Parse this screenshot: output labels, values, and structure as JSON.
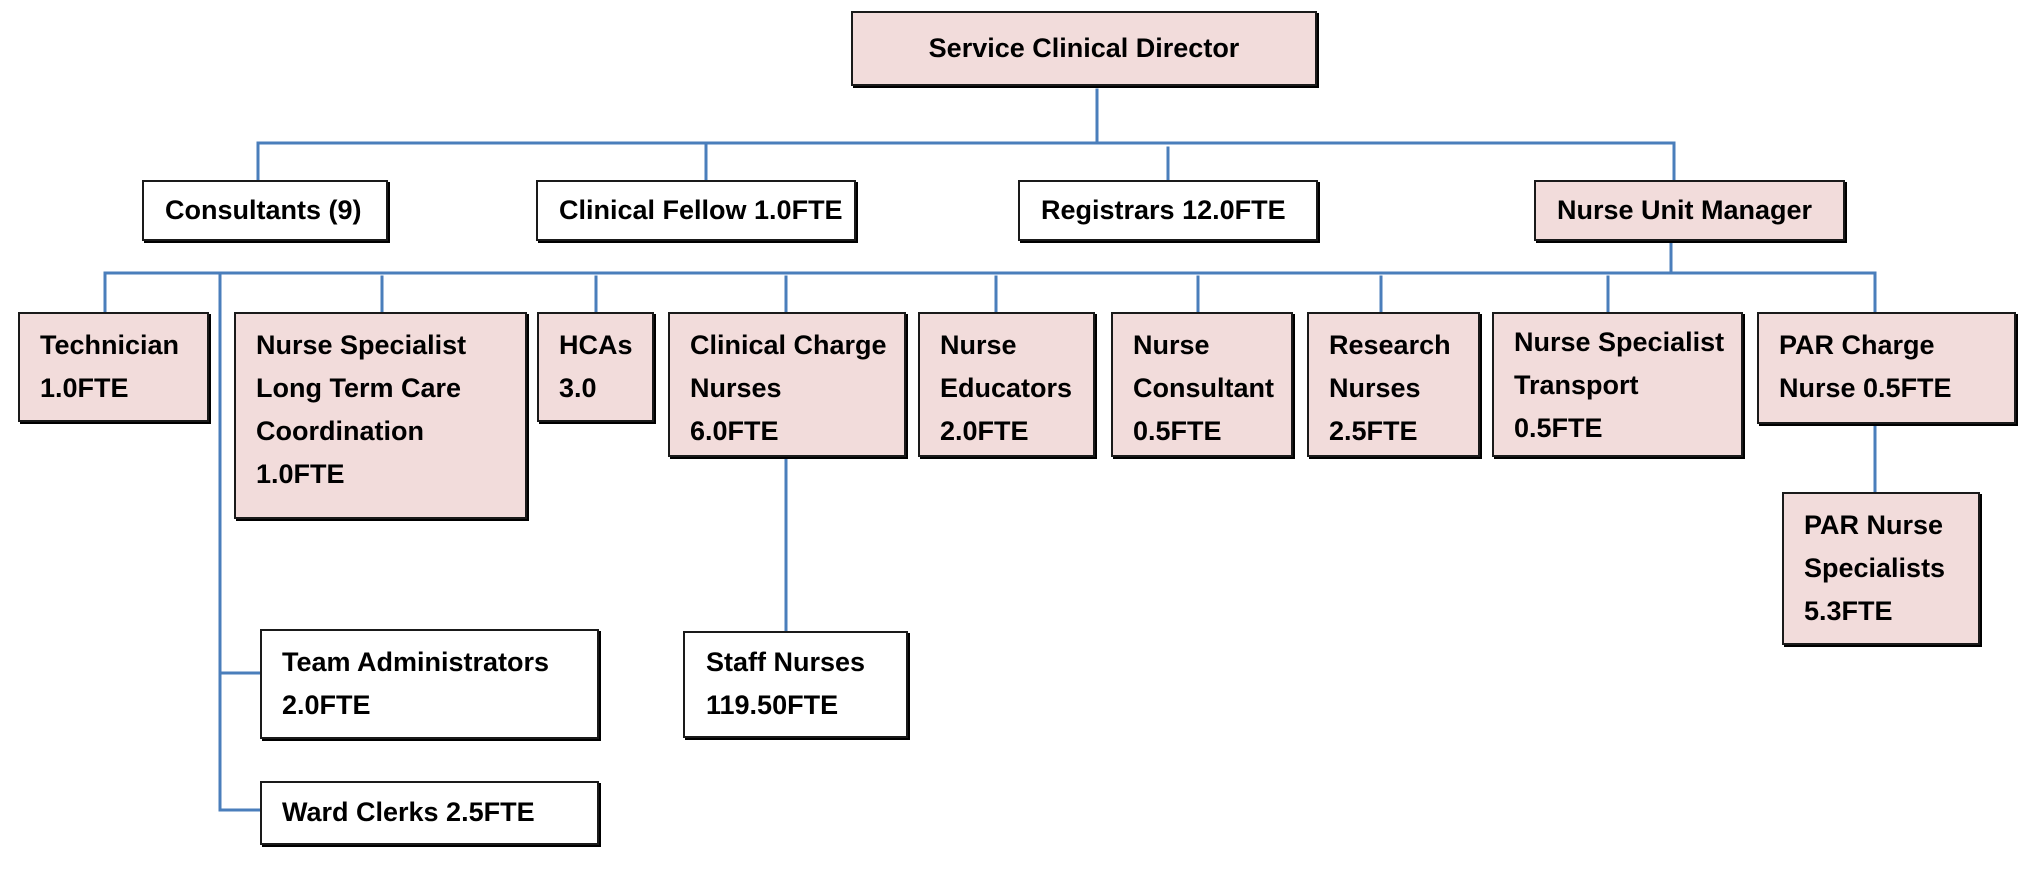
{
  "colors": {
    "connector": "#4a7ebb",
    "box_border": "#1a1a1a",
    "highlight_fill": "#f2dcdb",
    "plain_fill": "#ffffff"
  },
  "chart": {
    "director": {
      "lines": [
        "Service Clinical Director"
      ]
    },
    "level1": {
      "consultants": {
        "lines": [
          "Consultants (9)"
        ]
      },
      "clinical_fellow": {
        "lines": [
          "Clinical Fellow 1.0FTE"
        ]
      },
      "registrars": {
        "lines": [
          "Registrars 12.0FTE"
        ]
      },
      "nurse_unit_manager": {
        "lines": [
          "Nurse Unit Manager"
        ]
      }
    },
    "level2": {
      "technician": {
        "lines": [
          "Technician",
          "1.0FTE"
        ]
      },
      "nurse_specialist_ltc": {
        "lines": [
          "Nurse Specialist",
          "Long Term Care",
          "Coordination",
          "1.0FTE"
        ]
      },
      "hcas": {
        "lines": [
          "HCAs",
          "3.0"
        ]
      },
      "clinical_charge_nurses": {
        "lines": [
          "Clinical Charge",
          "Nurses",
          "6.0FTE"
        ]
      },
      "nurse_educators": {
        "lines": [
          "Nurse",
          "Educators",
          "2.0FTE"
        ]
      },
      "nurse_consultant": {
        "lines": [
          "Nurse",
          "Consultant",
          "0.5FTE"
        ]
      },
      "research_nurses": {
        "lines": [
          "Research",
          "Nurses",
          "2.5FTE"
        ]
      },
      "nurse_specialist_transport": {
        "lines": [
          "Nurse Specialist",
          "Transport",
          "0.5FTE"
        ]
      },
      "par_charge_nurse": {
        "lines": [
          "PAR Charge",
          "Nurse 0.5FTE"
        ]
      }
    },
    "level3": {
      "team_administrators": {
        "lines": [
          "Team Administrators",
          "2.0FTE"
        ]
      },
      "ward_clerks": {
        "lines": [
          "Ward Clerks 2.5FTE"
        ]
      },
      "staff_nurses": {
        "lines": [
          "Staff Nurses",
          "119.50FTE"
        ]
      },
      "par_nurse_specialists": {
        "lines": [
          "PAR Nurse",
          "Specialists",
          "5.3FTE"
        ]
      }
    }
  }
}
